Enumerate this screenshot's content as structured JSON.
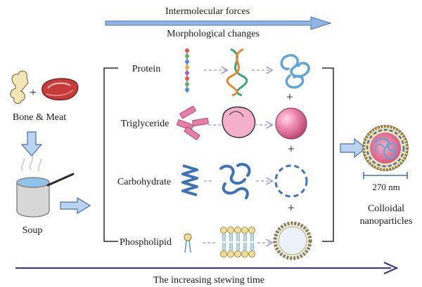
{
  "top": {
    "line1": "Intermolecular forces",
    "line2": "Morphological changes"
  },
  "left": {
    "ingredients_label": "Bone & Meat",
    "plus": "+",
    "soup_label": "Soup"
  },
  "rows": [
    {
      "label": "Protein"
    },
    {
      "label": "Triglyceride"
    },
    {
      "label": "Carbohydrate"
    },
    {
      "label": "Phospholipid"
    }
  ],
  "plus_sign": "+",
  "right": {
    "size_label": "270 nm",
    "line1": "Colloidal",
    "line2": "nanoparticles"
  },
  "bottom": {
    "label": "The increasing stewing time"
  },
  "colors": {
    "arrow_blue": "#6f9fd8",
    "arrow_navy": "#3d3d8c",
    "protein_blue": "#5fa6d6",
    "fat_pink": "#e67fa7",
    "helix_blue": "#3b73b9",
    "membrane_gold": "#c9a843"
  }
}
